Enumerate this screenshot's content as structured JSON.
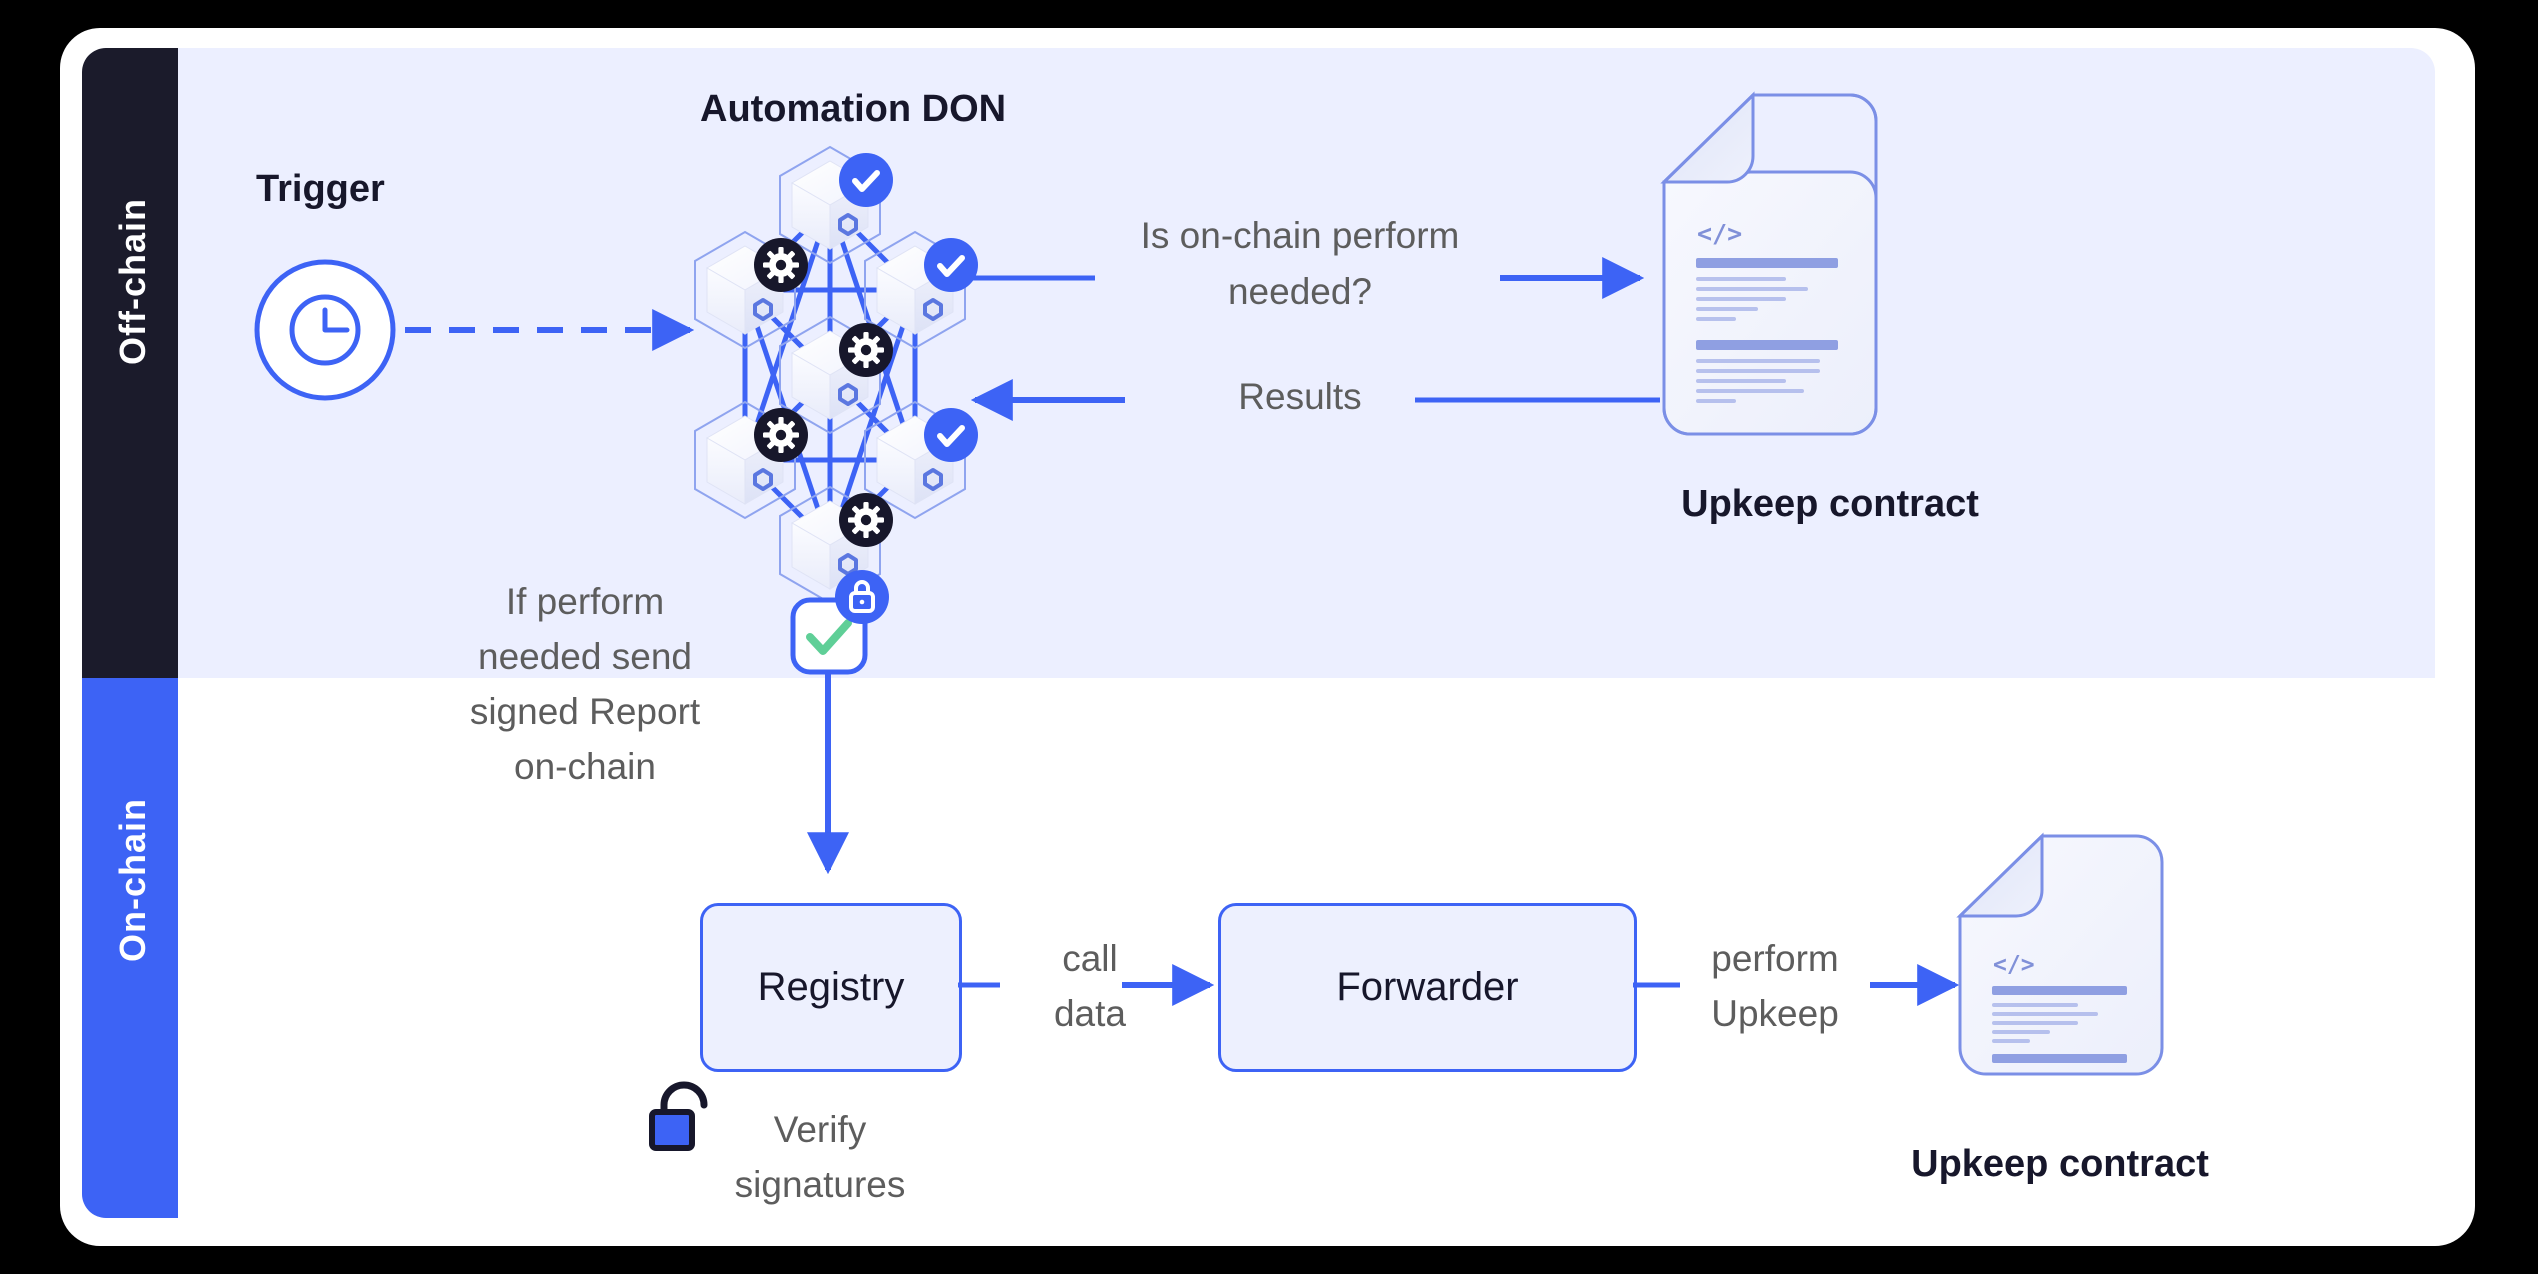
{
  "diagram": {
    "title": "Chainlink Automation architecture",
    "colors": {
      "accent_blue": "#3d63f5",
      "rail_dark": "#1b1b2b",
      "panel_offchain": "#ecefff",
      "panel_onchain": "#ffffff",
      "box_fill": "#edf0fe",
      "check_green": "#5fcf97",
      "doc_line": "#9aa8e8",
      "text_gray": "#5d5d5d",
      "card_bg": "#ffffff",
      "page_bg": "#000000"
    }
  },
  "rails": {
    "offchain_label": "Off-chain",
    "onchain_label": "On-chain"
  },
  "offchain": {
    "trigger_label": "Trigger",
    "trigger_icon": "clock-icon",
    "don_title": "Automation DON",
    "don_nodes": [
      {
        "id": "node-top",
        "badge": "check"
      },
      {
        "id": "node-upper-left",
        "badge": "gear"
      },
      {
        "id": "node-upper-right",
        "badge": "check"
      },
      {
        "id": "node-center",
        "badge": "gear"
      },
      {
        "id": "node-lower-left",
        "badge": "gear"
      },
      {
        "id": "node-lower-right",
        "badge": "check"
      },
      {
        "id": "node-bottom",
        "badge": "gear"
      }
    ],
    "query_label_line1": "Is on-chain perform",
    "query_label_line2": "needed?",
    "results_label": "Results",
    "upkeep_contract_label": "Upkeep contract",
    "contract_code_glyph": "</>",
    "send_report_lines": [
      "If perform",
      "needed send",
      "signed Report",
      "on-chain"
    ],
    "signed_report_icon": "signed-report-badge",
    "signed_report_lock": "lock-icon"
  },
  "onchain": {
    "registry_label": "Registry",
    "forwarder_label": "Forwarder",
    "call_data_lines": [
      "call",
      "data"
    ],
    "perform_upkeep_lines": [
      "perform",
      "Upkeep"
    ],
    "verify_signatures_lines": [
      "Verify",
      "signatures"
    ],
    "unlock_icon": "unlock-icon",
    "upkeep_contract_label": "Upkeep contract",
    "contract_code_glyph": "</>"
  }
}
